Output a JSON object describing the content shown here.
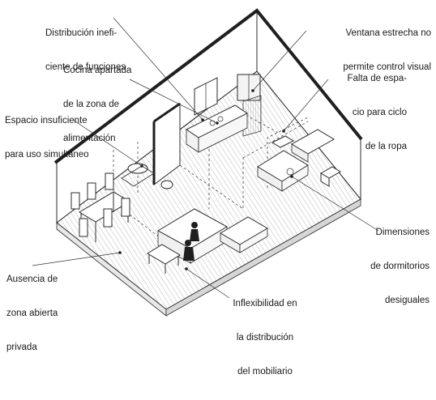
{
  "annotations": [
    {
      "id": "distribucion",
      "lines": [
        "Distribución inefi-",
        "ciente de funciones"
      ]
    },
    {
      "id": "ventana",
      "lines": [
        "Ventana estrecha no",
        "permite control visual"
      ]
    },
    {
      "id": "cocina",
      "lines": [
        "Cocina apartada",
        "de la zona de",
        "alimentación"
      ]
    },
    {
      "id": "espacio-ropa",
      "lines": [
        "Falta de espa-",
        "cio para ciclo",
        "de la ropa"
      ]
    },
    {
      "id": "espacio-uso",
      "lines": [
        "Espacio insuficiente",
        "para uso simultáneo"
      ]
    },
    {
      "id": "dormitorios",
      "lines": [
        "Dimensiones",
        "de dormitorios",
        "desiguales"
      ]
    },
    {
      "id": "zona-abierta",
      "lines": [
        "Ausencia de",
        "zona abierta",
        "privada"
      ]
    },
    {
      "id": "mobiliario",
      "lines": [
        "Inflexibilidad en",
        "la distribución",
        "del mobiliario"
      ]
    }
  ],
  "colors": {
    "ink": "#1a1a1a",
    "line": "#2b2b2b",
    "wall": "#3a3a3a",
    "hatch": "#8a8a8a"
  }
}
